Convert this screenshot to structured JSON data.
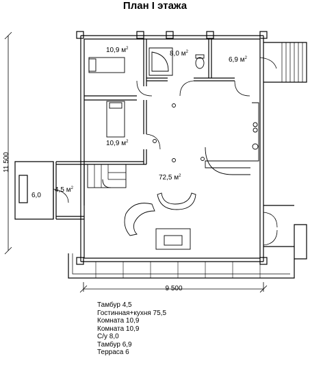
{
  "title": "План I этажа",
  "rooms": [
    {
      "id": "bedroom-top",
      "area": "10,9",
      "unit": "м²"
    },
    {
      "id": "bathroom",
      "area": "8,0",
      "unit": "м²"
    },
    {
      "id": "vestibule-right",
      "area": "6,9",
      "unit": "м²"
    },
    {
      "id": "bedroom-middle",
      "area": "10,9",
      "unit": "м²"
    },
    {
      "id": "living-kitchen",
      "area": "72,5",
      "unit": "м²"
    },
    {
      "id": "vestibule-left",
      "area": "4,5",
      "unit": "м²"
    },
    {
      "id": "terrace",
      "area": "6,0",
      "unit": ""
    }
  ],
  "dimensions": {
    "height": "11 500",
    "width": "9 500"
  },
  "legend": [
    "Тамбур 4,5",
    "Гостинная+кухня 75,5",
    "Комната 10,9",
    "Комната 10,9",
    "С/у 8,0",
    "Тамбур 6,9",
    "Терраса 6"
  ]
}
